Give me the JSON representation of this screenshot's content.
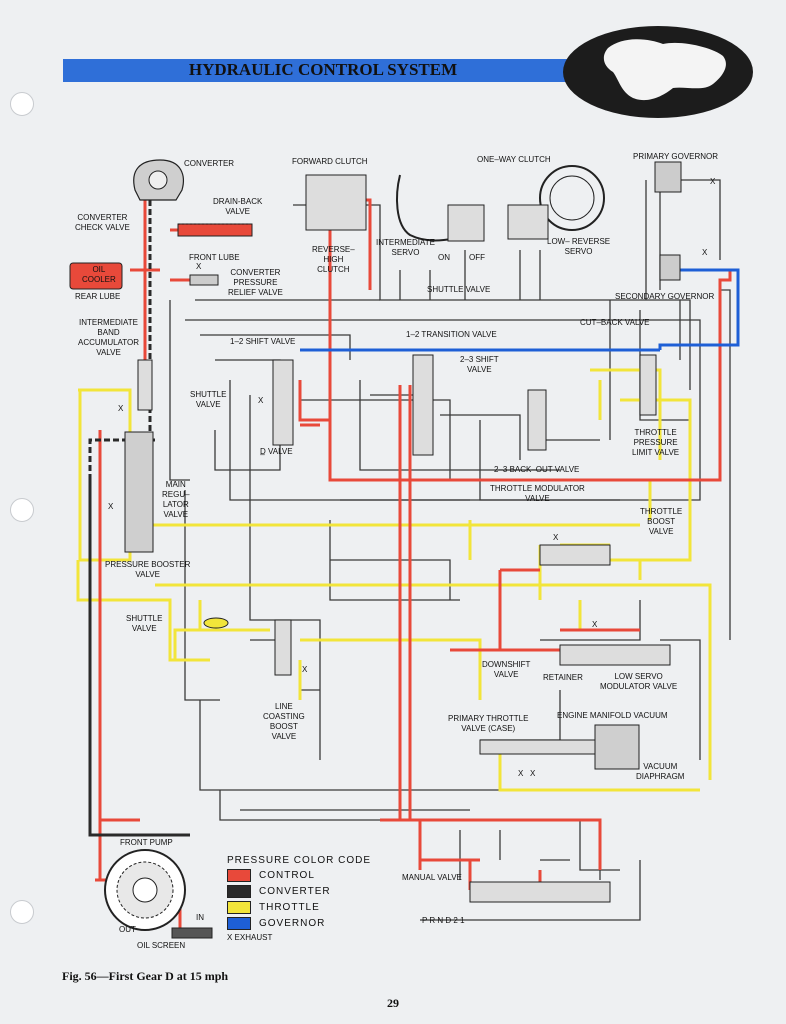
{
  "header": {
    "title": "HYDRAULIC CONTROL SYSTEM"
  },
  "labels": {
    "converter": "CONVERTER",
    "forward_clutch": "FORWARD CLUTCH",
    "one_way_clutch": "ONE–WAY CLUTCH",
    "primary_governor": "PRIMARY GOVERNOR",
    "drain_back_valve": "DRAIN-BACK\nVALVE",
    "converter_check_valve": "CONVERTER\nCHECK VALVE",
    "front_lube": "FRONT LUBE",
    "oil_cooler": "OIL\nCOOLER",
    "rear_lube": "REAR LUBE",
    "converter_pressure_relief": "CONVERTER\nPRESSURE\nRELIEF VALVE",
    "reverse_high_clutch": "REVERSE–\nHIGH\nCLUTCH",
    "intermediate_servo": "INTERMEDIATE\nSERVO",
    "on": "ON",
    "off": "OFF",
    "low_reverse_servo": "LOW– REVERSE\nSERVO",
    "shuttle_valve_top": "SHUTTLE VALVE",
    "secondary_governor": "SECONDARY GOVERNOR",
    "intermediate_band_accumulator": "INTERMEDIATE\nBAND\nACCUMULATOR\nVALVE",
    "shift_12": "1–2 SHIFT VALVE",
    "transition_12": "1–2 TRANSITION VALVE",
    "cut_back_valve": "CUT–BACK VALVE",
    "shift_23": "2–3 SHIFT\nVALVE",
    "shuttle_valve_left": "SHUTTLE\nVALVE",
    "d2_valve": "D̲ VALVE",
    "throttle_pressure_limit": "THROTTLE\nPRESSURE\nLIMIT VALVE",
    "backout_23": "2–3 BACK–OUT VALVE",
    "throttle_modulator": "THROTTLE MODULATOR\nVALVE",
    "main_regulator": "MAIN\nREGU–\nLATOR\nVALVE",
    "throttle_boost": "THROTTLE\nBOOST\nVALVE",
    "pressure_booster": "PRESSURE BOOSTER\nVALVE",
    "shuttle_valve_low": "SHUTTLE\nVALVE",
    "downshift_valve": "DOWNSHIFT\nVALVE",
    "retainer": "RETAINER",
    "low_servo_modulator": "LOW SERVO\nMODULATOR VALVE",
    "line_coasting_boost": "LINE\nCOASTING\nBOOST\nVALVE",
    "primary_throttle_valve": "PRIMARY THROTTLE\nVALVE (CASE)",
    "engine_manifold_vacuum": "ENGINE MANIFOLD VACUUM",
    "vacuum_diaphragm": "VACUUM\nDIAPHRAGM",
    "front_pump": "FRONT PUMP",
    "manual_valve": "MANUAL VALVE",
    "selector": "P R N D 2 1",
    "out": "OUT",
    "in": "IN",
    "oil_screen": "OIL SCREEN",
    "exhaust_x": "X"
  },
  "legend": {
    "title": "PRESSURE COLOR CODE",
    "items": [
      {
        "label": "CONTROL",
        "color": "#e8493a"
      },
      {
        "label": "CONVERTER",
        "color": "#2a2a2a"
      },
      {
        "label": "THROTTLE",
        "color": "#f2e53a"
      },
      {
        "label": "GOVERNOR",
        "color": "#1e5fd6"
      }
    ],
    "exhaust": "X EXHAUST"
  },
  "footer": {
    "caption": "Fig. 56—First Gear D at 15 mph",
    "page": "29"
  }
}
